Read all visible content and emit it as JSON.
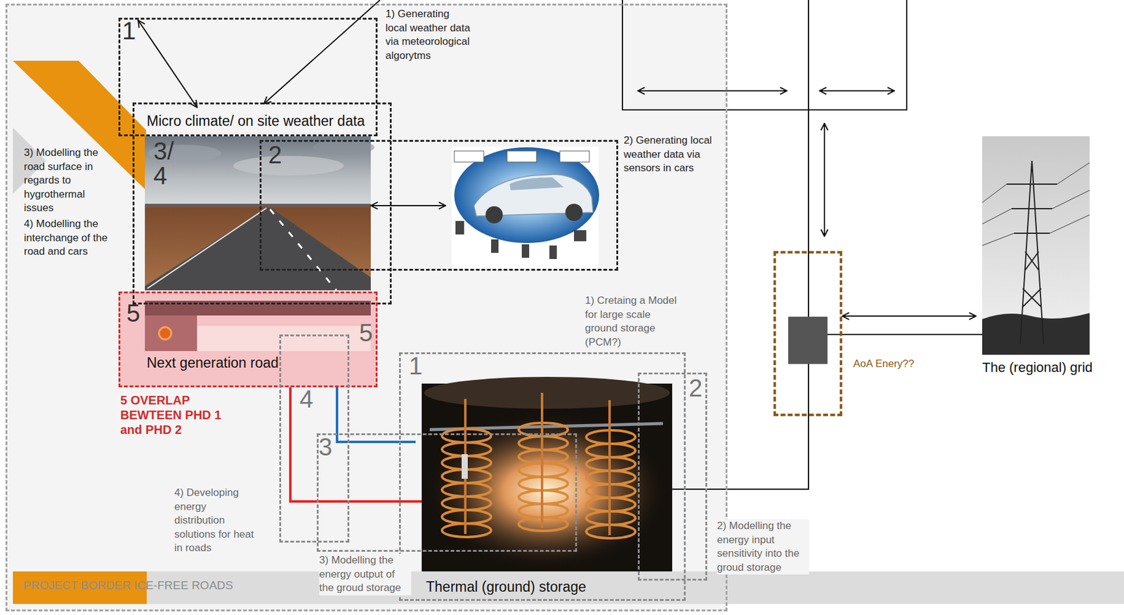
{
  "diagram": {
    "nodes": [
      {
        "text": [
          "PROJECT BORDER ICE-FREE ROADS"
        ]
      },
      {
        "text": [
          "1"
        ],
        "in": 0
      },
      {
        "text": [
          "Micro climate/ on site weather data",
          "3/ 4"
        ],
        "in": 0
      },
      {
        "text": [
          "2"
        ],
        "in": 0
      },
      {
        "text": [
          "5",
          "5",
          "Next generation road"
        ],
        "in": 0
      },
      {
        "text": [
          "4"
        ],
        "in": 0
      },
      {
        "text": [
          "3"
        ],
        "in": 0
      },
      {
        "text": [
          "1",
          "Thermal (ground) storage"
        ],
        "in": 0
      },
      {
        "text": [
          "2"
        ],
        "in": 0
      },
      {
        "text": [
          "AoA Enery??"
        ]
      },
      {
        "text": [
          "The (regional) grid"
        ]
      }
    ],
    "edges": [
      {
        "from": 1,
        "to": 2,
        "arrow": "both"
      },
      {
        "from": 4,
        "to": 7,
        "arrow": "none"
      },
      {
        "from": 4,
        "to": 7,
        "arrow": "none"
      },
      {
        "from": 7,
        "to": 9,
        "arrow": "none"
      },
      {
        "from": 9,
        "to": 10,
        "arrow": "both"
      }
    ],
    "labels": [
      "1) Generating local weather data via meteorological algorytms",
      "2) Generating local weather data via sensors in cars",
      "3) Modelling the road surface in regards to hygrothermal issues",
      "4) Modelling the interchange of the road and cars",
      "5 OVERLAP BEWTEEN PHD 1 and PHD 2",
      "1) Cretaing a Model for large scale ground storage (PCM?)",
      "2) Modelling the energy input sensitivity into the groud storage",
      "3) Modelling the energy output of the groud storage",
      "4) Developing energy distribution solutions for heat in roads"
    ]
  }
}
